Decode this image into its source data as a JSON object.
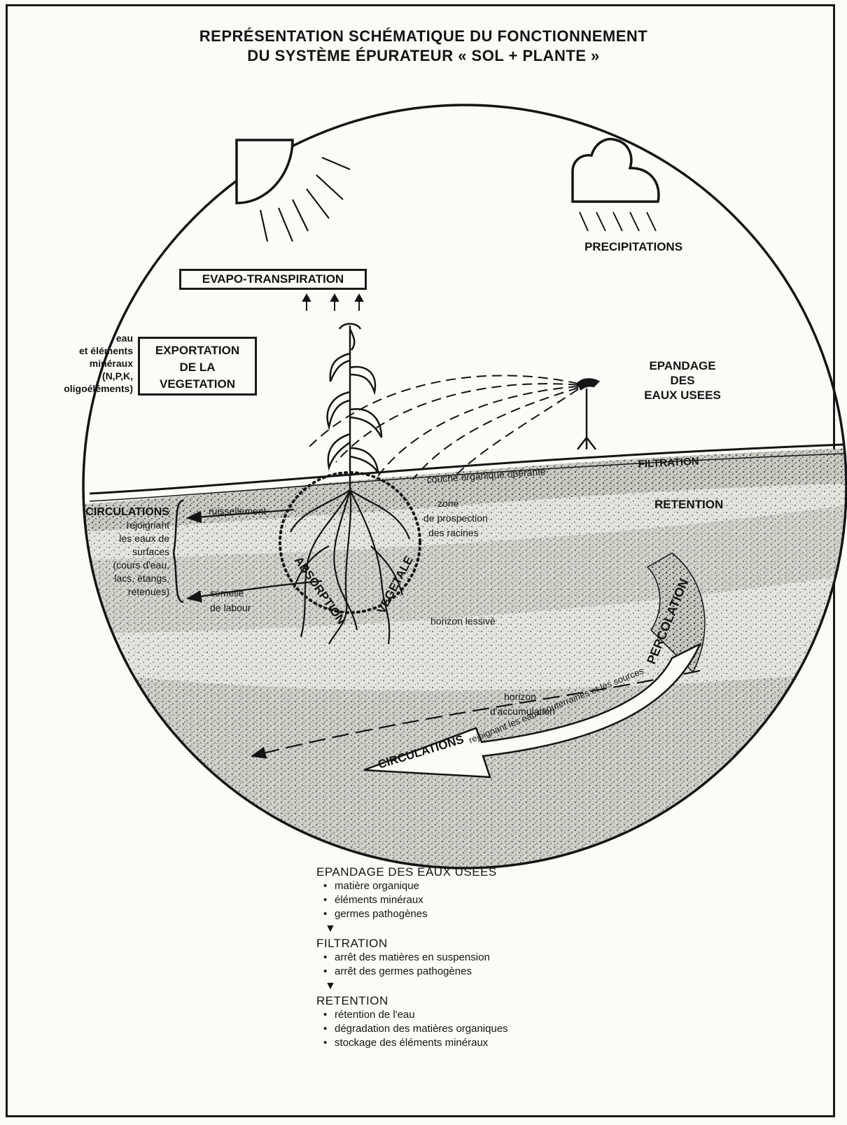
{
  "title": {
    "line1": "REPRÉSENTATION SCHÉMATIQUE DU FONCTIONNEMENT",
    "line2": "DU SYSTÈME ÉPURATEUR « SOL + PLANTE »"
  },
  "boxes": {
    "evapo": "EVAPO-TRANSPIRATION",
    "export_line1": "EXPORTATION",
    "export_line2": "DE LA",
    "export_line3": "VEGETATION"
  },
  "export_side": [
    "eau",
    "et éléments",
    "minéraux",
    "(N,P,K,",
    "oligoéléments)"
  ],
  "precipitations": "PRECIPITATIONS",
  "epandage": [
    "EPANDAGE",
    "DES",
    "EAUX USEES"
  ],
  "soil": {
    "couche": "couche organique opérante",
    "filtration": "FILTRATION",
    "retention": "RETENTION",
    "zone": [
      "zone",
      "de prospection",
      "des racines"
    ],
    "absorption": "ABSORPTION",
    "vegetale": "VEGETALE",
    "ruissellement": "ruissellement",
    "semelle": [
      "semelle",
      "de labour"
    ],
    "horizon_lessive": "horizon lessivé",
    "horizon_accum": [
      "horizon",
      "d'accumulation"
    ],
    "percolation": "PERCOLATION",
    "circ_sub_label": "CIRCULATIONS",
    "circ_sub_rest": "rejoignant les eaux souterraines et les sources"
  },
  "circ_surface": [
    "CIRCULATIONS",
    "rejoignant",
    "les eaux de",
    "surfaces",
    "(cours d'eau,",
    "lacs, étangs,",
    "retenues)"
  ],
  "legend": {
    "s1_title": "EPANDAGE DES EAUX USEES",
    "s1_items": [
      "matière organique",
      "éléments minéraux",
      "germes pathogènes"
    ],
    "s2_title": "FILTRATION",
    "s2_items": [
      "arrêt des matières en suspension",
      "arrêt des germes pathogènes"
    ],
    "s3_title": "RETENTION",
    "s3_items": [
      "rétention de l'eau",
      "dégradation des matières organiques",
      "stockage des éléments minéraux"
    ],
    "arrow": "▼"
  }
}
